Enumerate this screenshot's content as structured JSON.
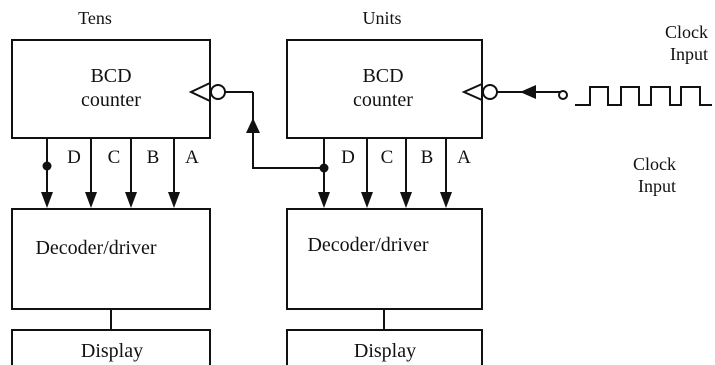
{
  "diagram": {
    "tens_label": "Tens",
    "units_label": "Units",
    "counter_line1": "BCD",
    "counter_line2": "counter",
    "decoder_label": "Decoder/driver",
    "display_label": "Display",
    "bit_labels": [
      "D",
      "C",
      "B",
      "A"
    ],
    "clock_top_line1": "Clock",
    "clock_top_line2": "Input",
    "clock_side_line1": "Clock",
    "clock_side_line2": "Input"
  }
}
